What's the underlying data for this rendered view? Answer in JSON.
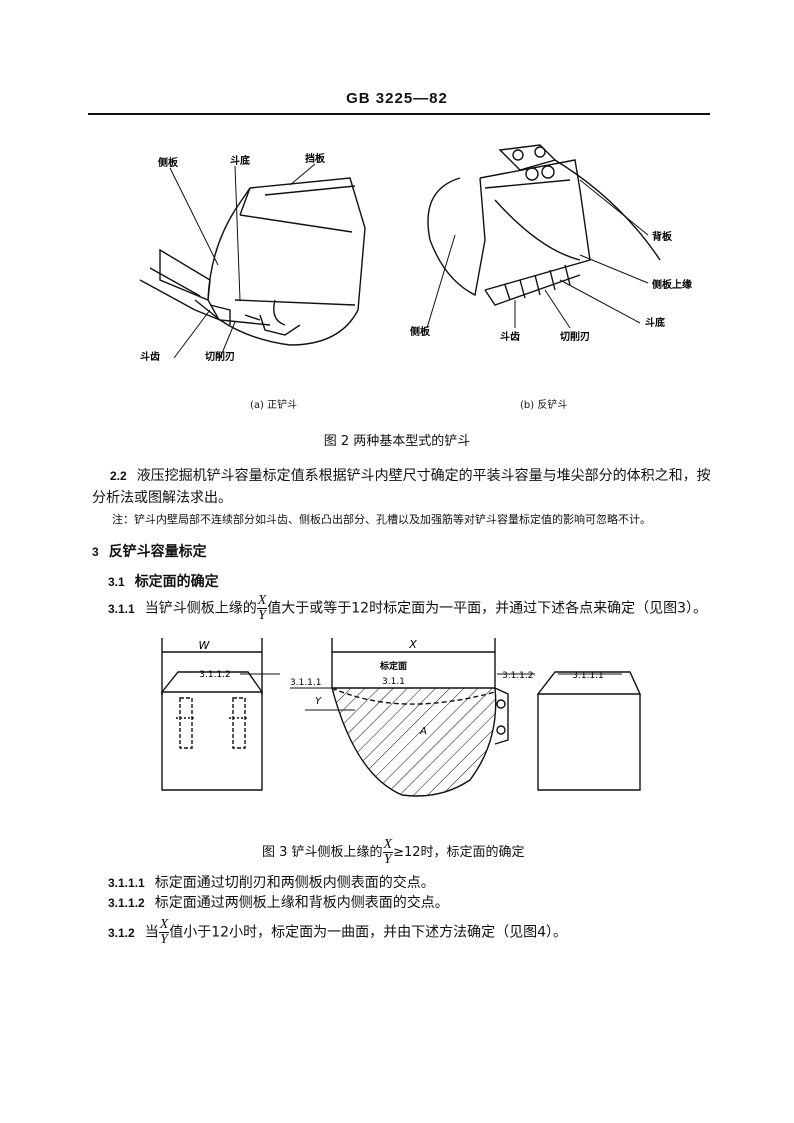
{
  "header": {
    "title": "GB 3225—82"
  },
  "figure2": {
    "labels_a": {
      "side_plate": "侧板",
      "bottom": "斗底",
      "baffle": "挡板",
      "teeth": "斗齿",
      "blade": "切削刃"
    },
    "labels_b": {
      "back_plate": "背板",
      "side_edge": "侧板上缘",
      "bottom": "斗底",
      "side_plate": "侧板",
      "teeth": "斗齿",
      "blade": "切削刃"
    },
    "sub_a": "(a) 正铲斗",
    "sub_b": "(b) 反铲斗",
    "caption": "图 2   两种基本型式的铲斗"
  },
  "para_2_2": {
    "num": "2.2",
    "text": "液压挖掘机铲斗容量标定值系根据铲斗内壁尺寸确定的平装斗容量与堆尖部分的体积之和，按分析法或图解法求出。",
    "note": "注：铲斗内壁局部不连续部分如斗齿、侧板凸出部分、孔槽以及加强筋等对铲斗容量标定值的影响可忽略不计。"
  },
  "section3": {
    "num": "3",
    "title": "反铲斗容量标定"
  },
  "section3_1": {
    "num": "3.1",
    "title": "标定面的确定"
  },
  "para_3_1_1": {
    "num": "3.1.1",
    "pre": "当铲斗侧板上缘的",
    "frac_num": "X",
    "frac_den": "Y",
    "post": "值大于或等于12时标定面为一平面，并通过下述各点来确定（见图3）。"
  },
  "figure3": {
    "labels": {
      "w": "W",
      "x": "X",
      "y": "Y",
      "a": "A",
      "p3112_left": "3.1.1.2",
      "p3111_mid": "3.1.1.1",
      "plane": "标定面",
      "p311": "3.1.1",
      "p3112_mid": "3.1.1.2",
      "p3111_right": "3.1.1.1"
    },
    "caption_pre": "图 3   铲斗侧板上缘的",
    "caption_frac_num": "X",
    "caption_frac_den": "Y",
    "caption_post": "≥12时，标定面的确定"
  },
  "para_3_1_1_1": {
    "num": "3.1.1.1",
    "text": "标定面通过切削刃和两侧板内侧表面的交点。"
  },
  "para_3_1_1_2": {
    "num": "3.1.1.2",
    "text": "标定面通过两侧板上缘和背板内侧表面的交点。"
  },
  "para_3_1_2": {
    "num": "3.1.2",
    "pre": "当",
    "frac_num": "X",
    "frac_den": "Y",
    "post": "值小于12小时，标定面为一曲面，并由下述方法确定（见图4）。"
  }
}
